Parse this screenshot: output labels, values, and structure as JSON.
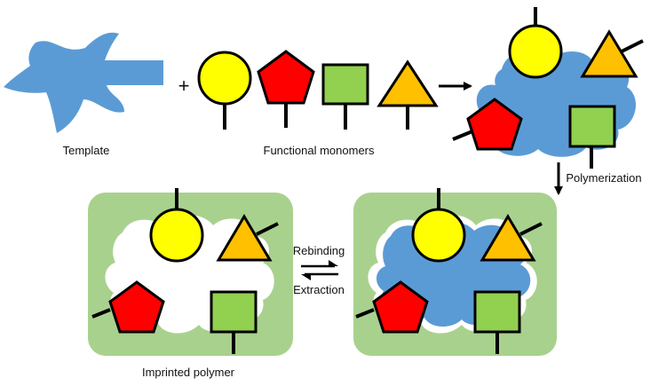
{
  "labels": {
    "template": "Template",
    "monomers": "Functional monomers",
    "polymerization": "Polymerization",
    "rebinding": "Rebinding",
    "extraction": "Extraction",
    "imprinted": "Imprinted polymer",
    "plus": "+"
  },
  "colors": {
    "template_blue": "#5b9bd5",
    "panel_green": "#a9d18e",
    "circle_yellow": "#ffff00",
    "pentagon_red": "#ff0000",
    "square_green": "#92d050",
    "triangle_orange": "#ffc000",
    "outline": "#000000"
  },
  "shapes": [
    "circle-monomer",
    "pentagon-monomer",
    "square-monomer",
    "triangle-monomer"
  ]
}
